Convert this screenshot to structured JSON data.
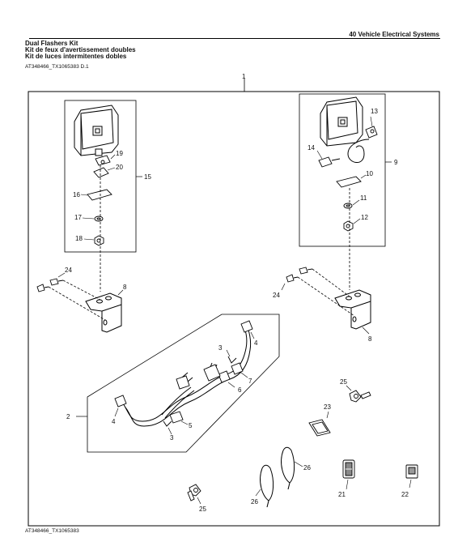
{
  "header": {
    "section": "40 Vehicle Electrical Systems",
    "title_en": "Dual Flashers Kit",
    "title_fr": "Kit de feux d'avertissement doubles",
    "title_es": "Kit de luces intermitentes dobles",
    "doc_ref": "AT348466_TX1065383 D.1"
  },
  "footer": {
    "doc_id": "AT348466_TX1065383"
  },
  "callouts": {
    "c1": "1",
    "c2": "2",
    "c3a": "3",
    "c3b": "3",
    "c4a": "4",
    "c4b": "4",
    "c5": "5",
    "c6": "6",
    "c7": "7",
    "c8a": "8",
    "c8b": "8",
    "c9": "9",
    "c10": "10",
    "c11": "11",
    "c12": "12",
    "c13": "13",
    "c14": "14",
    "c15": "15",
    "c16": "16",
    "c17": "17",
    "c18": "18",
    "c19": "19",
    "c20": "20",
    "c21": "21",
    "c22": "22",
    "c23": "23",
    "c24a": "24",
    "c24b": "24",
    "c25a": "25",
    "c25b": "25",
    "c26a": "26",
    "c26b": "26"
  }
}
